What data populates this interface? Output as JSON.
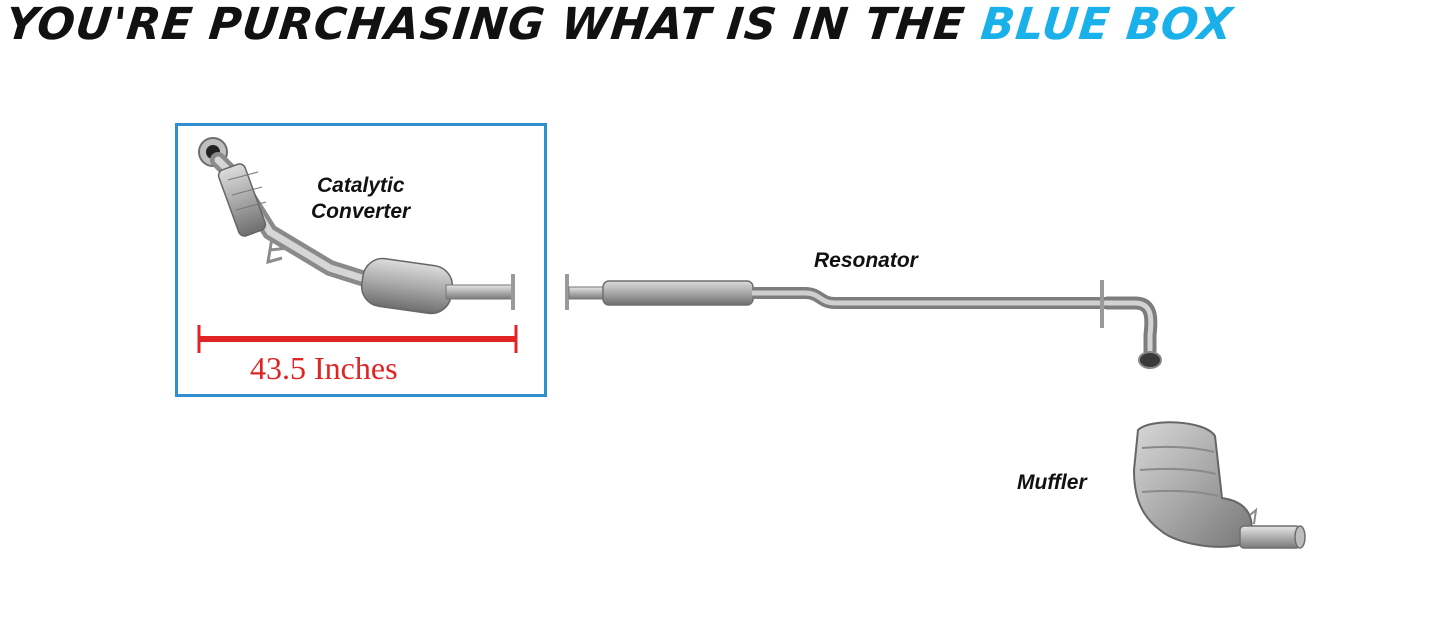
{
  "header": {
    "text_main": "YOU'RE PURCHASING WHAT IS IN THE",
    "text_highlight": "BLUE BOX"
  },
  "colors": {
    "headline": "#111111",
    "highlight": "#1ab0ea",
    "box_border": "#2f8fcf",
    "measure": "#e02424",
    "pipe": "#9a9a9a"
  },
  "labels": {
    "catalytic_line1": "Catalytic",
    "catalytic_line2": "Converter",
    "resonator": "Resonator",
    "muffler": "Muffler"
  },
  "measurement": {
    "text": "43.5 Inches"
  }
}
